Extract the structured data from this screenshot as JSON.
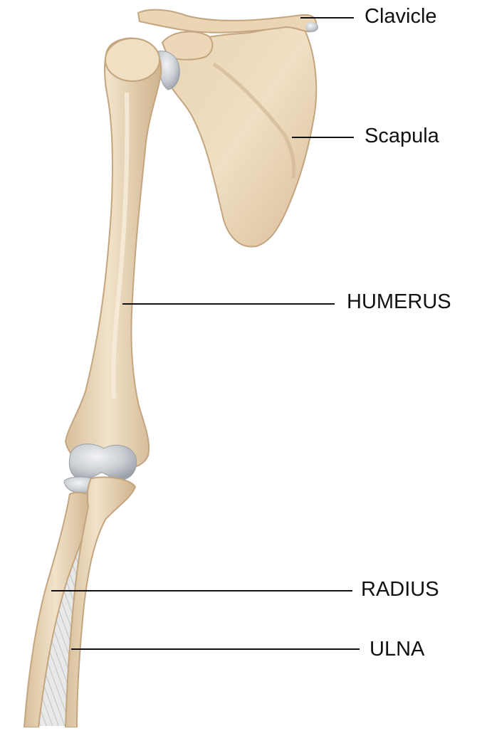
{
  "labels": {
    "clavicle": "Clavicle",
    "scapula": "Scapula",
    "humerus": "HUMERUS",
    "radius": "RADIUS",
    "ulna": "ULNA"
  },
  "colors": {
    "bone": "#ecd9bd",
    "bone_shadow": "#c9ad88",
    "bone_highlight": "#f7ecd9",
    "cartilage": "#cfd3d8",
    "cartilage_shadow": "#9ea4ab",
    "membrane": "#d5d7d6",
    "leader_line": "#111111",
    "text": "#111111",
    "background": "#ffffff"
  }
}
